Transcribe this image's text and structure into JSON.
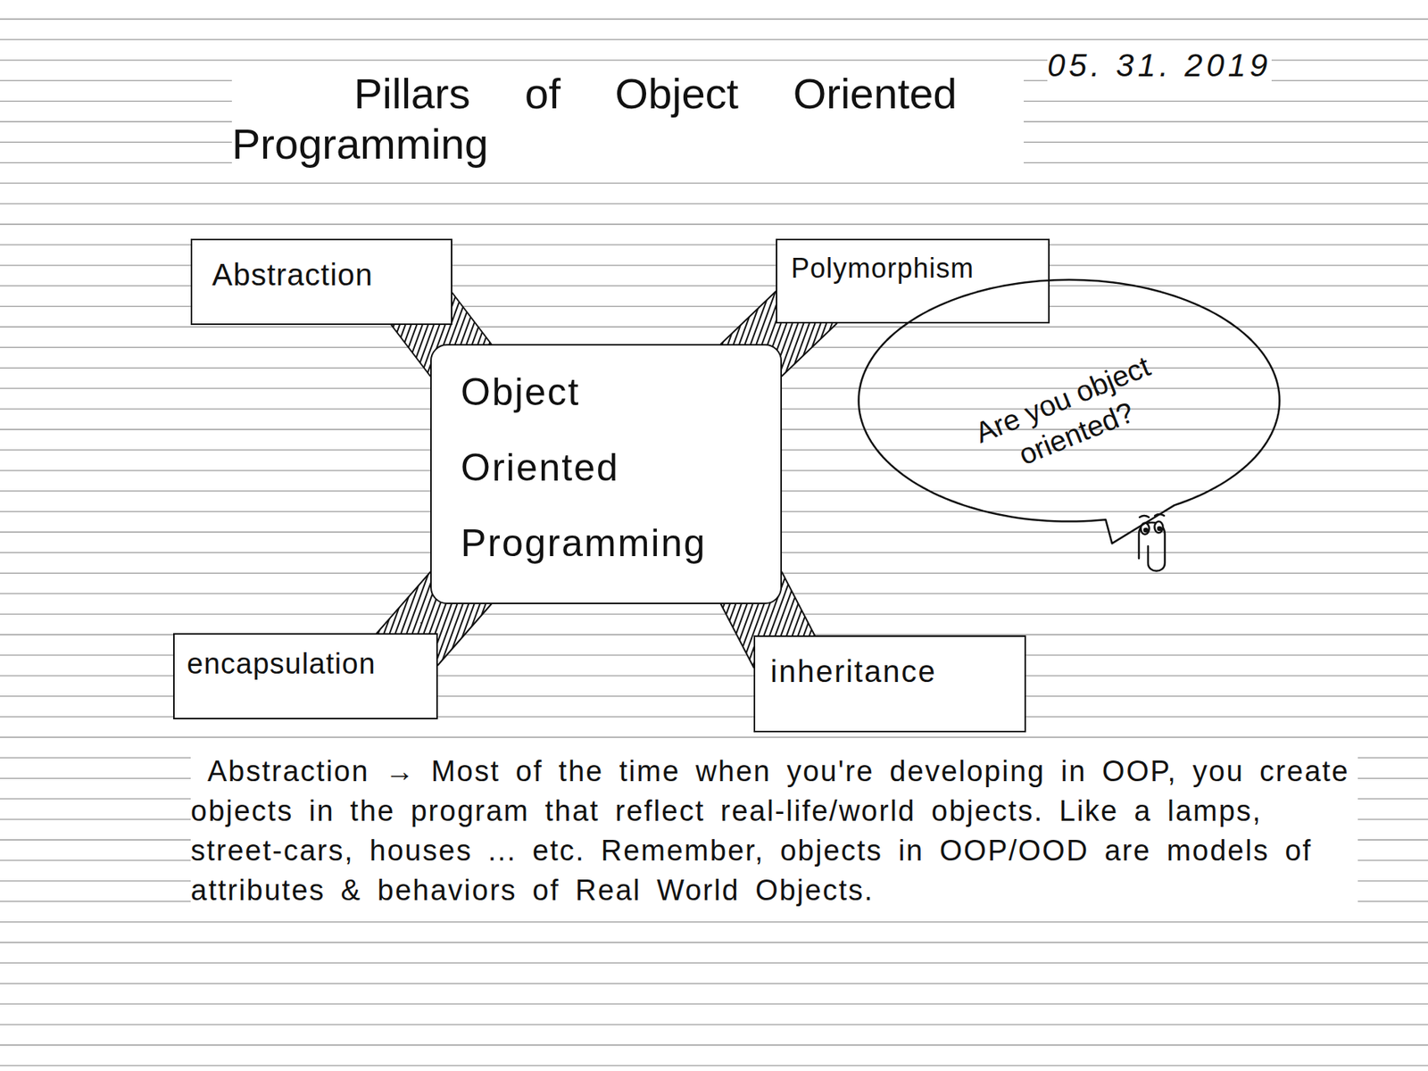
{
  "diagram": {
    "title": "Pillars of Object Oriented Programming",
    "nodes": [
      {
        "text": [
          "Abstraction"
        ]
      },
      {
        "text": [
          "Polymorphism"
        ]
      },
      {
        "text": [
          "Object Oriented Programming"
        ]
      },
      {
        "text": [
          "Are you object oriented?"
        ]
      },
      {
        "text": [
          "encapsulation"
        ]
      },
      {
        "text": [
          "inheritance"
        ]
      }
    ],
    "edges": [
      {
        "from": 2,
        "to": 0,
        "arrow": "none"
      },
      {
        "from": 2,
        "to": 1,
        "arrow": "none"
      },
      {
        "from": 2,
        "to": 4,
        "arrow": "none"
      },
      {
        "from": 2,
        "to": 5,
        "arrow": "none"
      }
    ],
    "labels": [
      "05. 31. 2019",
      "Abstraction → Most of the time when you're developing in OOP, you create objects in the program that reflect real-life/world objects. Like a lamps, street-cars, houses ... etc. Remember, objects in OOP/OOD are models of attributes & behaviors of Real World Objects."
    ]
  }
}
